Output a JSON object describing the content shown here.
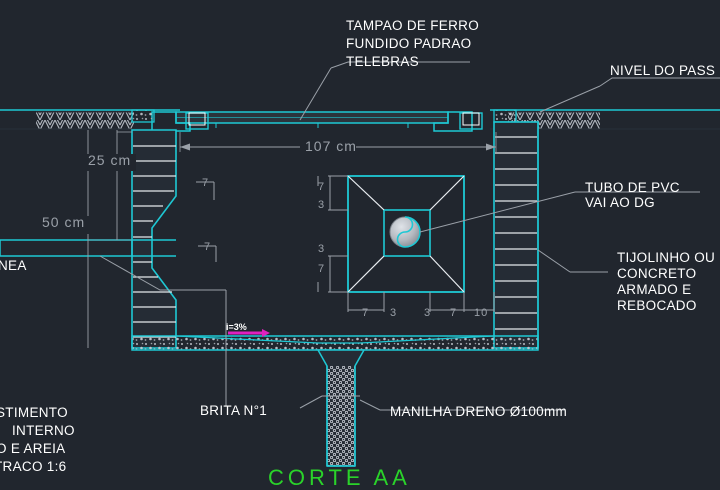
{
  "drawing": {
    "title": "Corte de caixa de passagem - detalhe construtivo",
    "background_color": "#21262e",
    "colors": {
      "cyan": "#1ec8d4",
      "white": "#ffffff",
      "gray": "#9aa0a8",
      "magenta": "#e020c0",
      "green": "#2ad32a",
      "hatch": "#b9bec6"
    }
  },
  "annotations": {
    "cover": {
      "line1": "TAMPAO DE FERRO",
      "line2": "FUNDIDO PADRAO",
      "line3": "TELEBRAS"
    },
    "ground_level": {
      "text": "NIVEL DO PASS"
    },
    "pvc_pipe": {
      "line1": "TUBO DE PVC",
      "line2": "VAI AO DG"
    },
    "wall_material": {
      "line1": "TIJOLINHO OU",
      "line2": "CONCRETO",
      "line3": "ARMADO E",
      "line4": "REBOCADO"
    },
    "buried_line": {
      "text": "NEA"
    },
    "internal_render": {
      "line1": "STIMENTO",
      "line2": "INTERNO",
      "line3": "O E AREIA",
      "line4": "TRACO 1:6"
    },
    "gravel": {
      "text": "BRITA N°1"
    },
    "drain_pipe": {
      "text": "MANILHA DRENO Ø100mm"
    },
    "slope": {
      "text": "i=3%"
    }
  },
  "dimensions": {
    "overall_width": "107 cm",
    "depth_upper": "25 cm",
    "depth_lower": "50 cm",
    "vertical_ticks": [
      "7",
      "3",
      "3",
      "7"
    ],
    "horizontal_ticks": [
      "7",
      "3",
      "3",
      "7"
    ],
    "offset_right": "10",
    "wall_thickness": "7"
  },
  "bottom_text": {
    "text": "CORTE AA"
  }
}
